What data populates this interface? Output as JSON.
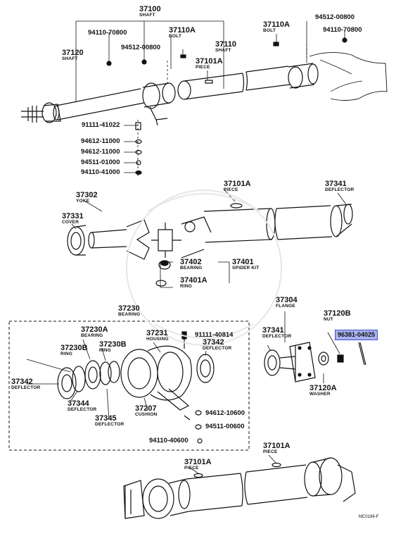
{
  "diagram": {
    "labels": {
      "shaft_37100": {
        "num": "37100",
        "desc": "SHAFT"
      },
      "p_94110_70800_l": "94110-70800",
      "p_94512_00800_l": "94512-00800",
      "bolt_37110a_l": {
        "num": "37110A",
        "desc": "BOLT"
      },
      "piece_37101a_t": {
        "num": "37101A",
        "desc": "PIECE"
      },
      "shaft_37110": {
        "num": "37110",
        "desc": "SHAFT"
      },
      "shaft_37120": {
        "num": "37120",
        "desc": "SHAFT"
      },
      "bolt_37110a_r": {
        "num": "37110A",
        "desc": "BOLT"
      },
      "p_94512_00800_r": "94512-00800",
      "p_94110_70800_r": "94110-70800",
      "p_91111_41022": "91111-41022",
      "p_94612_11000_a": "94612-11000",
      "p_94612_11000_b": "94612-11000",
      "p_94511_01000": "94511-01000",
      "p_94110_41000": "94110-41000",
      "yoke_37302": {
        "num": "37302",
        "desc": "YOKE"
      },
      "cover_37331": {
        "num": "37331",
        "desc": "COVER"
      },
      "piece_37101a_m": {
        "num": "37101A",
        "desc": "PIECE"
      },
      "deflector_37341_t": {
        "num": "37341",
        "desc": "DEFLECTOR"
      },
      "bearing_37402": {
        "num": "37402",
        "desc": "BEARING"
      },
      "spider_37401": {
        "num": "37401",
        "desc": "SPIDER KIT"
      },
      "ring_37401a": {
        "num": "37401A",
        "desc": "RING"
      },
      "bearing_37230": {
        "num": "37230",
        "desc": "BEARING"
      },
      "bearing_37230a": {
        "num": "37230A",
        "desc": "BEARING"
      },
      "housing_37231": {
        "num": "37231",
        "desc": "HOUSING"
      },
      "p_91111_40814": "91111-40814",
      "ring_37230b_a": {
        "num": "37230B",
        "desc": "RING"
      },
      "ring_37230b_b": {
        "num": "37230B",
        "desc": "RING"
      },
      "deflector_37342_r": {
        "num": "37342",
        "desc": "DEFLECTOR"
      },
      "deflector_37342_l": {
        "num": "37342",
        "desc": "DEFLECTOR"
      },
      "deflector_37344": {
        "num": "37344",
        "desc": "DEFLECTOR"
      },
      "cushion_37207": {
        "num": "37207",
        "desc": "CUSHION"
      },
      "p_94612_10600": "94612-10600",
      "deflector_37345": {
        "num": "37345",
        "desc": "DEFLECTOR"
      },
      "p_94511_00600": "94511-00600",
      "p_94110_40600": "94110-40600",
      "flange_37304": {
        "num": "37304",
        "desc": "FLANGE"
      },
      "deflector_37341_b": {
        "num": "37341",
        "desc": "DEFLECTOR"
      },
      "nut_37120b": {
        "num": "37120B",
        "desc": "NUT"
      },
      "highlight_96381_04025": "96381-04025",
      "washer_37120a": {
        "num": "37120A",
        "desc": "WASHER"
      },
      "piece_37101a_b1": {
        "num": "37101A",
        "desc": "PIECE"
      },
      "piece_37101a_b2": {
        "num": "37101A",
        "desc": "PIECE"
      },
      "code": "MC0186-F"
    },
    "colors": {
      "ink": "#111111",
      "highlight_fill": "#a9b2ef",
      "highlight_border": "#4250c4"
    }
  }
}
